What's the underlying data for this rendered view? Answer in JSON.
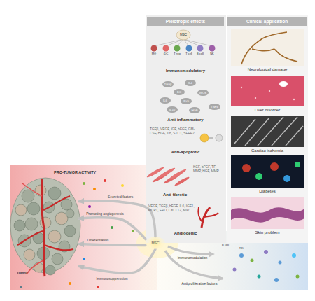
{
  "diagram": {
    "nodes": [
      {
        "text": [
          "Pleiotropic effects"
        ]
      },
      {
        "text": [
          "Clinical application"
        ]
      },
      {
        "text": [
          "TGFβ"
        ]
      },
      {
        "text": [
          "IL4"
        ]
      },
      {
        "text": [
          "DC"
        ]
      },
      {
        "text": [
          "iNOS"
        ]
      },
      {
        "text": [
          "IL6"
        ]
      },
      {
        "text": [
          "IDO"
        ]
      },
      {
        "text": [
          "IL10"
        ]
      },
      {
        "text": [
          "HGF"
        ]
      },
      {
        "text": [
          "TNFα"
        ]
      },
      {
        "text": [
          "PRO-TUMOR ACTIVITY"
        ]
      },
      {
        "text": [
          "Tumor"
        ],
        "in": 11
      },
      {
        "text": [
          "MSC"
        ]
      }
    ],
    "edges": [
      {
        "from": 13,
        "to": 12,
        "arrow": "to",
        "label": "Secreted factors"
      },
      {
        "from": 13,
        "to": 12,
        "arrow": "to",
        "label": "Promoting angiogenesis"
      },
      {
        "from": 13,
        "to": 12,
        "arrow": "to",
        "label": "Differentiation"
      },
      {
        "from": 13,
        "to": 12,
        "arrow": "to",
        "label": "Immunosuppression"
      }
    ],
    "labels": [
      "MSC",
      "MΦ",
      "iDC",
      "T reg",
      "T cell",
      "B cell",
      "NK",
      "Immunomodulatory",
      "Anti-inflammatory",
      "TGFβ, VEGF, IGF, bFGF, GM-CSF, HGF, IL6, STC1, SFRP2",
      "Anti-apoptotic",
      "KGF, bFGF, TF, MMP, HGF, MMP",
      "Anti-fibrotic",
      "VEGF, TGFβ, bFGF, IL6, IGF1, MCP1, EPO, CXCL12, MIP",
      "Angiogenic",
      "Neurological damage",
      "Liver disorder",
      "Cardiac ischemia",
      "Diabetes",
      "Skin problem",
      "B cell",
      "NK",
      "Immunomodulation",
      "Antiproliferative factors"
    ]
  }
}
